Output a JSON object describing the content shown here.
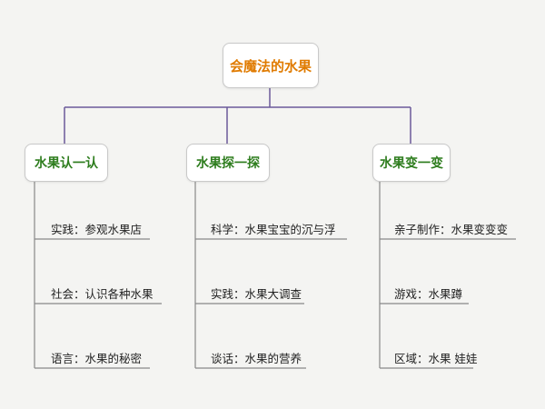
{
  "colors": {
    "background": "#f4f4f2",
    "root_text": "#e07b00",
    "branch_text": "#2e7d1e",
    "connector": "#6b5a9a",
    "leaf_line": "#888888"
  },
  "diagram": {
    "root": {
      "label": "会魔法的水果"
    },
    "branches": [
      {
        "label": "水果认一认",
        "leaves": [
          "实践：参观水果店",
          "社会：认识各种水果",
          "语言：水果的秘密"
        ]
      },
      {
        "label": "水果探一探",
        "leaves": [
          "科学：水果宝宝的沉与浮",
          "实践：水果大调查",
          "谈话：水果的营养"
        ]
      },
      {
        "label": "水果变一变",
        "leaves": [
          "亲子制作：水果变变变",
          "游戏：水果蹲",
          "区域：水果 娃娃"
        ]
      }
    ]
  }
}
